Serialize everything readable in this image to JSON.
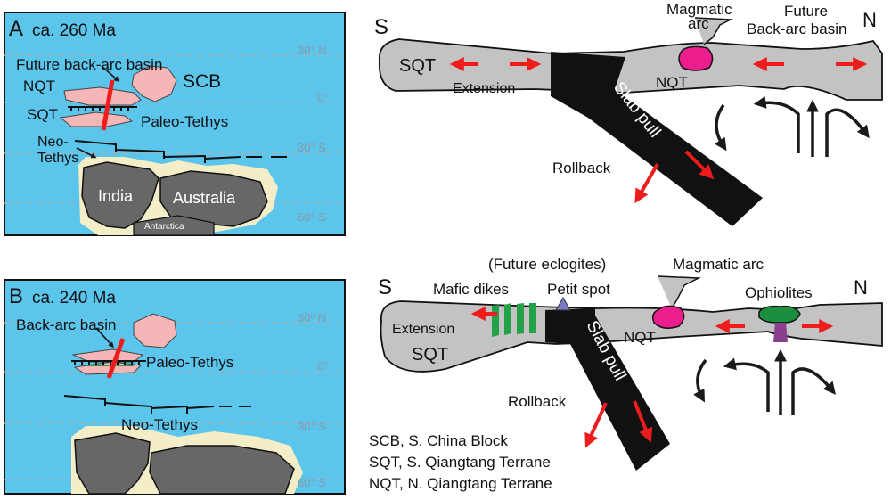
{
  "panel_a": {
    "letter": "A",
    "age": "ca. 260 Ma",
    "future_back_arc": "Future back-arc basin",
    "nqt": "NQT",
    "scb": "SCB",
    "sqt": "SQT",
    "paleo_tethys": "Paleo-Tethys",
    "neo_tethys_1": "Neo-",
    "neo_tethys_2": "Tethys",
    "india": "India",
    "australia": "Australia",
    "antarctica": "Antarctica",
    "lat_30n": "30° N",
    "lat_0": "0°",
    "lat_30s": "30° S",
    "lat_60s": "60° S"
  },
  "panel_b": {
    "letter": "B",
    "age": "ca. 240 Ma",
    "back_arc": "Back-arc basin",
    "paleo_tethys": "Paleo-Tethys",
    "neo_tethys": "Neo-Tethys",
    "lat_30n": "30º N",
    "lat_0": "0°",
    "lat_30s": "30° S",
    "lat_60s": "60° S"
  },
  "section_a": {
    "south": "S",
    "north": "N",
    "magmatic_1": "Magmatic",
    "magmatic_2": "arc",
    "future_1": "Future",
    "future_2": "Back-arc basin",
    "sqt": "SQT",
    "extension": "Extension",
    "nqt": "NQT",
    "slab_pull": "Slab pull",
    "rollback": "Rollback"
  },
  "section_b": {
    "south": "S",
    "north": "N",
    "future_eclogites": "(Future eclogites)",
    "magmatic_arc": "Magmatic arc",
    "mafic_dikes": "Mafic dikes",
    "petit_spot": "Petit spot",
    "ophiolites": "Ophiolites",
    "extension": "Extension",
    "sqt": "SQT",
    "nqt": "NQT",
    "slab_pull": "Slab pull",
    "rollback": "Rollback"
  },
  "legend": {
    "line1": "SCB, S. China Block",
    "line2": "SQT, S. Qiangtang Terrane",
    "line3": "NQT, N. Qiangtang Terrane"
  },
  "colors": {
    "ocean": "#5bc5ec",
    "continent": "#676767",
    "terrane": "#f4b6b6",
    "coast": "#f3eec7",
    "crust": "#c3c3c3",
    "slab": "#111111",
    "arrow_red": "#ee1c1c",
    "magma": "#ec1e8e",
    "ophiolite": "#1b8f3e",
    "dike": "#24a24a"
  }
}
